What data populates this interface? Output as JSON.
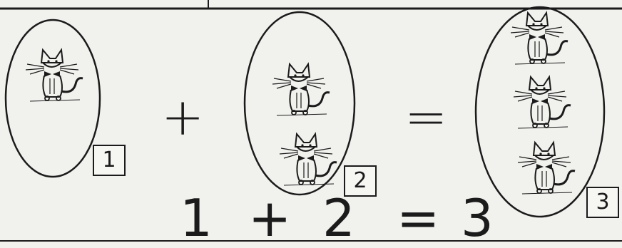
{
  "groups": [
    {
      "count": 1,
      "label": "1"
    },
    {
      "count": 2,
      "label": "2"
    },
    {
      "count": 3,
      "label": "3"
    }
  ],
  "operators": {
    "plus": "+",
    "equals": "="
  },
  "equation": {
    "a": "1",
    "plus": "+",
    "b": "2",
    "equals": "=",
    "result": "3"
  },
  "icon": "cat-icon",
  "colors": {
    "ink": "#1b1b1b",
    "paper": "#f1f1ee"
  }
}
